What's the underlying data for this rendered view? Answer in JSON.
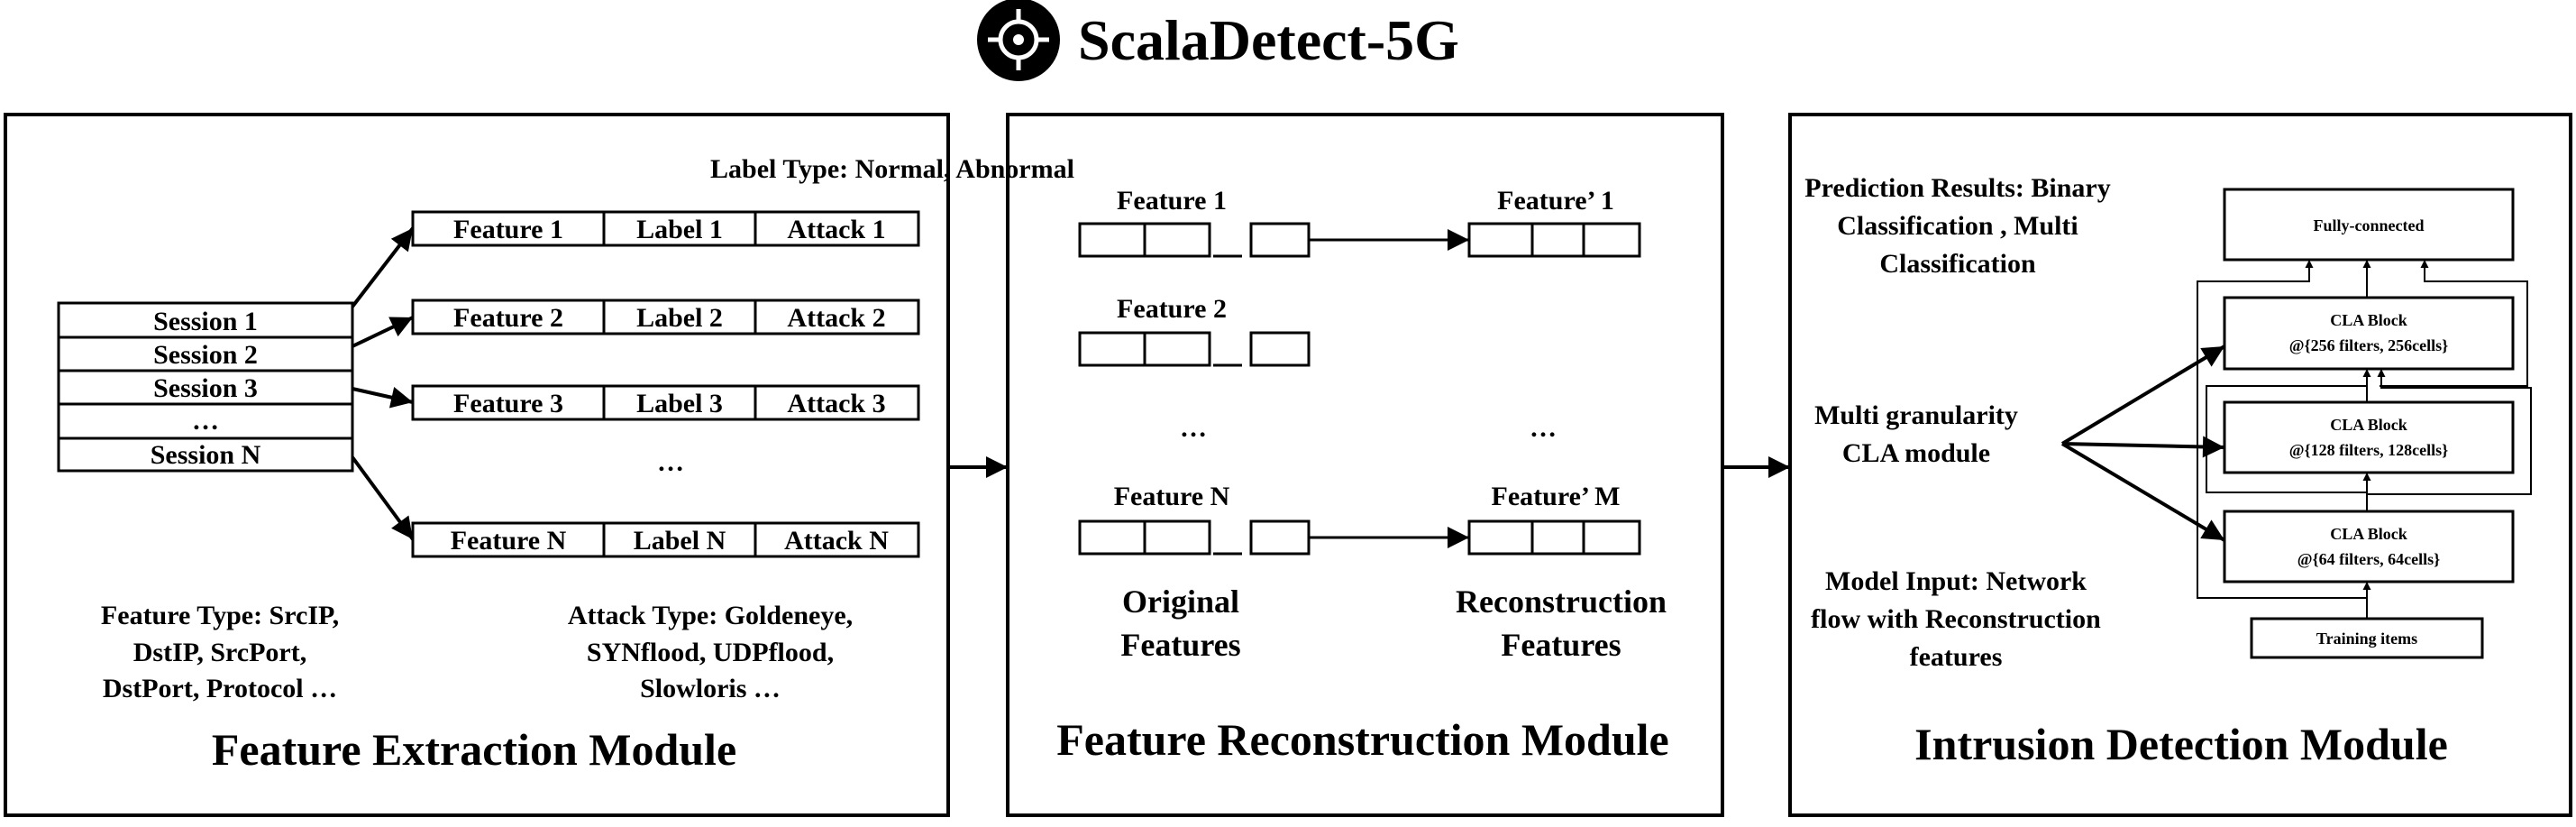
{
  "title": {
    "text": "ScalaDetect-5G",
    "logo_icon": "target-crosshair-icon"
  },
  "feature_extraction": {
    "module_title": "Feature Extraction Module",
    "label_type": "Label Type: Normal, Abnormal",
    "sessions": [
      "Session 1",
      "Session 2",
      "Session 3",
      "…",
      "Session N"
    ],
    "feature_rows": [
      [
        "Feature 1",
        "Label 1",
        "Attack 1"
      ],
      [
        "Feature 2",
        "Label 2",
        "Attack 2"
      ],
      [
        "Feature 3",
        "Label 3",
        "Attack 3"
      ],
      [
        "Feature N",
        "Label N",
        "Attack N"
      ]
    ],
    "row_ellipsis": "…",
    "feature_type": [
      "Feature Type: SrcIP,",
      "DstIP, SrcPort,",
      "DstPort, Protocol …"
    ],
    "attack_type": [
      "Attack Type: Goldeneye,",
      "SYNflood, UDPflood,",
      "Slowloris …"
    ]
  },
  "feature_reconstruction": {
    "module_title": "Feature Reconstruction Module",
    "orig_labels": [
      "Feature 1",
      "Feature 2",
      "Feature N"
    ],
    "recon_labels": [
      "Feature’ 1",
      "Feature’ M"
    ],
    "ellipsis_left": "…",
    "ellipsis_right": "…",
    "original_caption": [
      "Original",
      "Features"
    ],
    "reconstruction_caption": [
      "Reconstruction",
      "Features"
    ]
  },
  "intrusion_detection": {
    "module_title": "Intrusion Detection Module",
    "prediction_results": [
      "Prediction Results: Binary",
      "Classification , Multi",
      "Classification"
    ],
    "multi_granularity": [
      "Multi granularity",
      "CLA module"
    ],
    "model_input": [
      "Model Input: Network",
      "flow with Reconstruction",
      "features"
    ],
    "fully_connected": "Fully-connected",
    "cla_blocks": [
      {
        "name": "CLA Block",
        "params": "@{256 filters, 256cells}"
      },
      {
        "name": "CLA Block",
        "params": "@{128 filters, 128cells}"
      },
      {
        "name": "CLA Block",
        "params": "@{64 filters, 64cells}"
      }
    ],
    "training_items": "Training items"
  }
}
